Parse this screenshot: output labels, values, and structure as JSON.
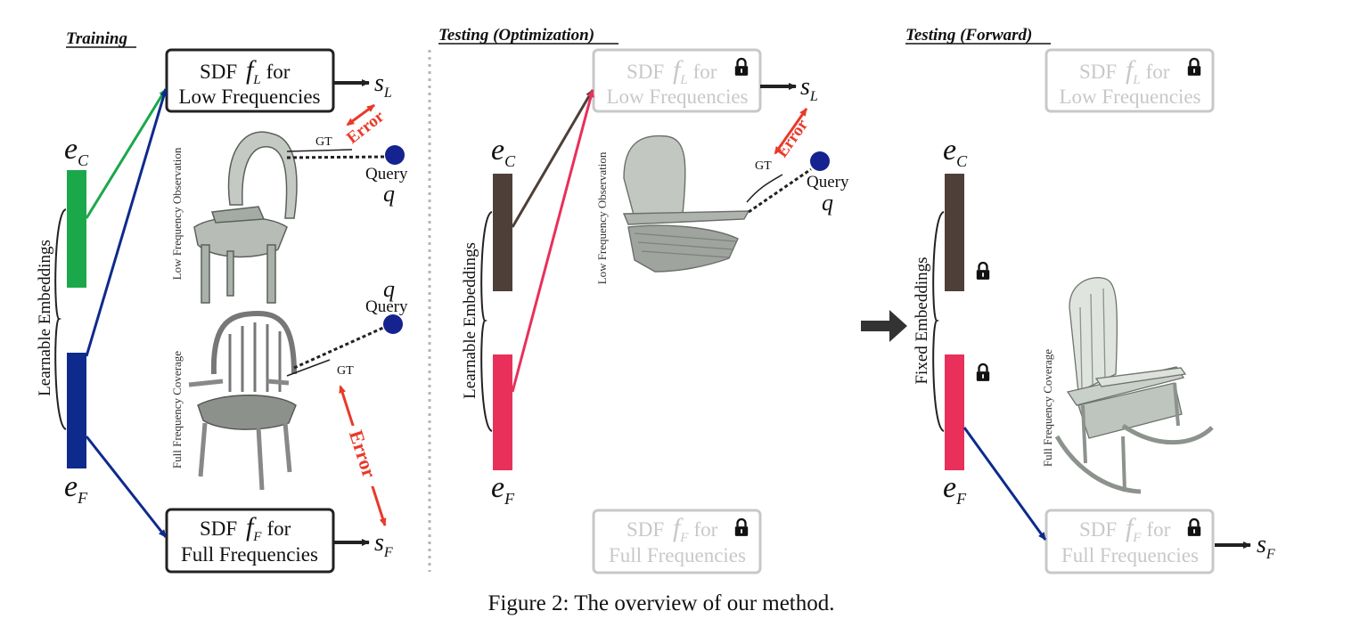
{
  "sections": {
    "training": "Training",
    "testing_opt": "Testing (Optimization)",
    "testing_fwd": "Testing (Forward)"
  },
  "boxes": {
    "low": {
      "prefix": "SDF",
      "func": "f",
      "sub": "L",
      "suffix": "for",
      "line2": "Low Frequencies"
    },
    "full": {
      "prefix": "SDF",
      "func": "f",
      "sub": "F",
      "suffix": "for",
      "line2": "Full Frequencies"
    }
  },
  "outputs": {
    "s": "s",
    "sub_L": "L",
    "sub_F": "F"
  },
  "embeddings": {
    "e": "e",
    "sub_C": "C",
    "sub_F": "F",
    "learnable": "Learnable Embeddings",
    "fixed": "Fixed Embeddings"
  },
  "annotations": {
    "gt": "GT",
    "error": "Error",
    "query": "Query",
    "q": "q",
    "low_obs": "Low Frequency Observation",
    "full_cov": "Full Frequency Coverage"
  },
  "caption": "Figure 2: The overview of our method.",
  "colors": {
    "green": "#1aa84a",
    "blue": "#0e2a8c",
    "brown": "#4e3f38",
    "pink": "#e8305a",
    "error_red": "#e83a2a",
    "faded": "#c8c8c8"
  }
}
